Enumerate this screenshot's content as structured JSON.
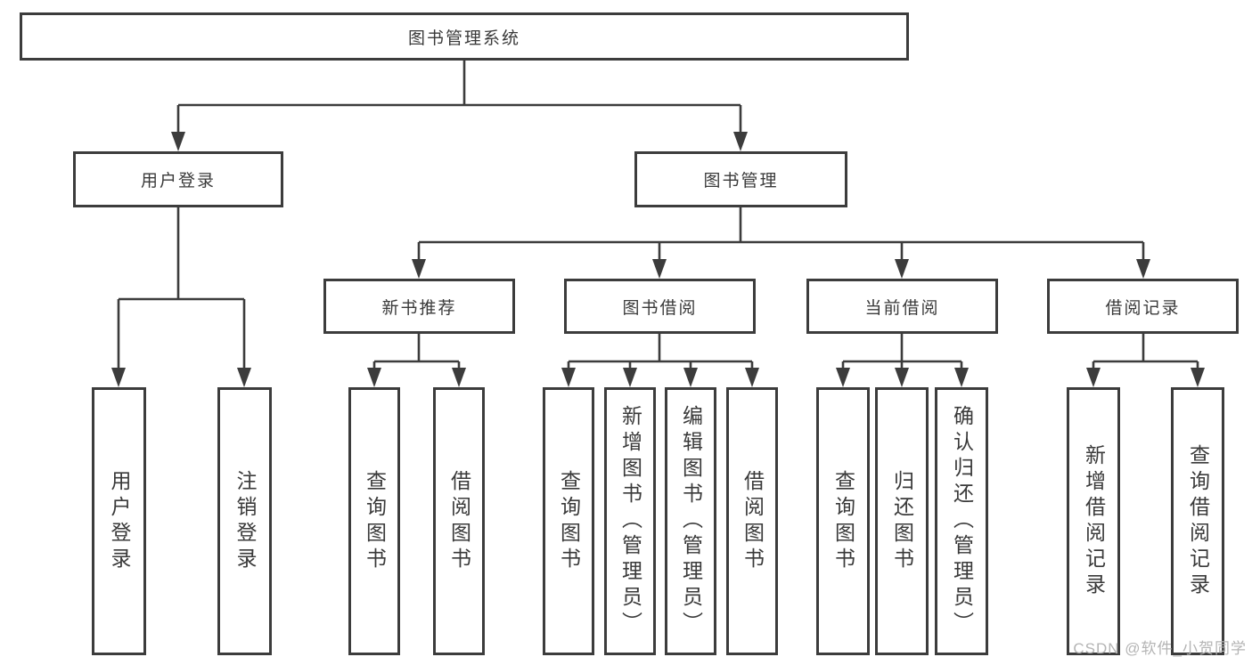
{
  "diagram": {
    "root": {
      "label": "图书管理系统"
    },
    "branches": [
      {
        "label": "用户登录",
        "children": [
          {
            "label": "用户登录"
          },
          {
            "label": "注销登录"
          }
        ]
      },
      {
        "label": "图书管理",
        "children": [
          {
            "label": "新书推荐",
            "children": [
              {
                "label": "查询图书"
              },
              {
                "label": "借阅图书"
              }
            ]
          },
          {
            "label": "图书借阅",
            "children": [
              {
                "label": "查询图书"
              },
              {
                "label": "新增图书（管理员）"
              },
              {
                "label": "编辑图书（管理员）"
              },
              {
                "label": "借阅图书"
              }
            ]
          },
          {
            "label": "当前借阅",
            "children": [
              {
                "label": "查询图书"
              },
              {
                "label": "归还图书"
              },
              {
                "label": "确认归还（管理员）"
              }
            ]
          },
          {
            "label": "借阅记录",
            "children": [
              {
                "label": "新增借阅记录"
              },
              {
                "label": "查询借阅记录"
              }
            ]
          }
        ]
      }
    ]
  },
  "watermark": {
    "text": "CSDN @软件_小贺同学"
  },
  "colors": {
    "line": "#3c3c3c",
    "text": "#3a3a3a",
    "watermark": "#b4b4b4",
    "background": "#ffffff"
  }
}
